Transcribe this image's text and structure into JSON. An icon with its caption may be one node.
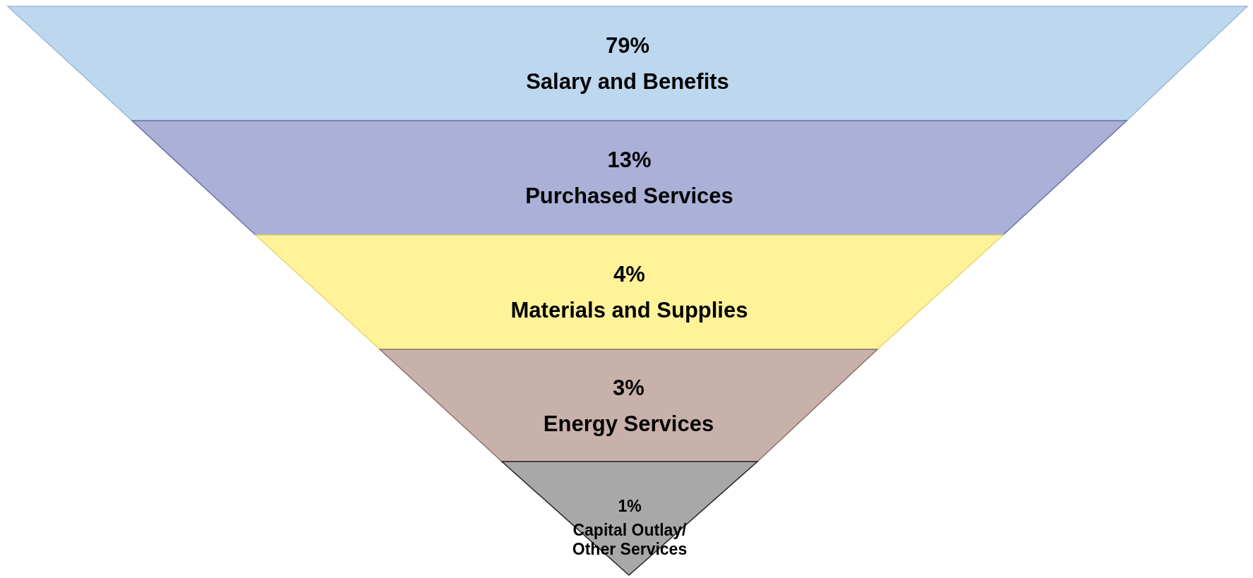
{
  "diagram": {
    "nodes": [
      {
        "text": [
          "79%",
          "Salary and Benefits"
        ]
      },
      {
        "text": [
          "13%",
          "Purchased Services"
        ]
      },
      {
        "text": [
          "4%",
          "Materials and Supplies"
        ]
      },
      {
        "text": [
          "3%",
          "Energy Services"
        ]
      },
      {
        "text": [
          "1%",
          "Capital Outlay/ Other Services"
        ]
      }
    ]
  }
}
